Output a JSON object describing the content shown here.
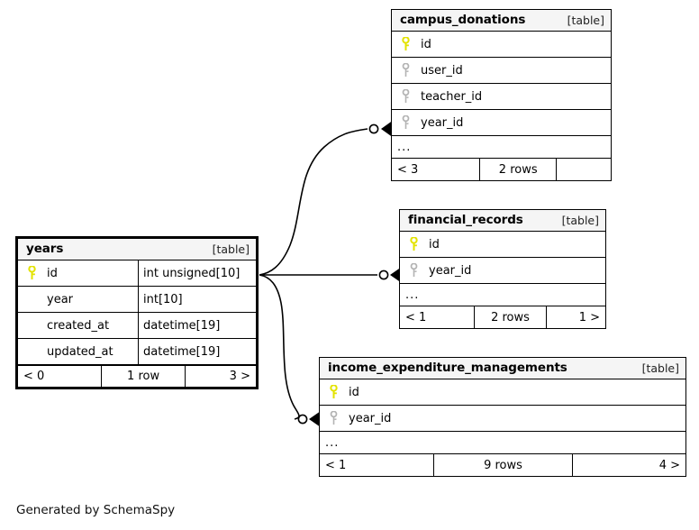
{
  "diagram": {
    "credit": "Generated by SchemaSpy",
    "kind_label": "[table]",
    "ellipsis": "...",
    "colors": {
      "primary_key": "#e3e300",
      "foreign_key": "#b3b3b3",
      "header_bg": "#f5f5f5",
      "border": "#000000",
      "background": "#ffffff"
    }
  },
  "tables": {
    "years": {
      "name": "years",
      "kind": "[table]",
      "focal": true,
      "columns": [
        {
          "name": "id",
          "key": "primary",
          "type": "int unsigned[10]"
        },
        {
          "name": "year",
          "key": "none",
          "type": "int[10]"
        },
        {
          "name": "created_at",
          "key": "none",
          "type": "datetime[19]"
        },
        {
          "name": "updated_at",
          "key": "none",
          "type": "datetime[19]"
        }
      ],
      "has_more_row": false,
      "footer": {
        "left": "< 0",
        "center": "1 row",
        "right": "3 >"
      }
    },
    "campus_donations": {
      "name": "campus_donations",
      "kind": "[table]",
      "focal": false,
      "columns": [
        {
          "name": "id",
          "key": "primary",
          "type": ""
        },
        {
          "name": "user_id",
          "key": "foreign",
          "type": ""
        },
        {
          "name": "teacher_id",
          "key": "foreign",
          "type": ""
        },
        {
          "name": "year_id",
          "key": "foreign",
          "type": ""
        }
      ],
      "has_more_row": true,
      "footer": {
        "left": "< 3",
        "center": "2 rows",
        "right": ""
      }
    },
    "financial_records": {
      "name": "financial_records",
      "kind": "[table]",
      "focal": false,
      "columns": [
        {
          "name": "id",
          "key": "primary",
          "type": ""
        },
        {
          "name": "year_id",
          "key": "foreign",
          "type": ""
        }
      ],
      "has_more_row": true,
      "footer": {
        "left": "< 1",
        "center": "2 rows",
        "right": "1 >"
      }
    },
    "income_expenditure_managements": {
      "name": "income_expenditure_managements",
      "kind": "[table]",
      "focal": false,
      "columns": [
        {
          "name": "id",
          "key": "primary",
          "type": ""
        },
        {
          "name": "year_id",
          "key": "foreign",
          "type": ""
        }
      ],
      "has_more_row": true,
      "footer": {
        "left": "< 1",
        "center": "9 rows",
        "right": "4 >"
      }
    }
  },
  "relationships": [
    {
      "from": "years.id",
      "to": "campus_donations.year_id",
      "cardinality": "zero-or-many"
    },
    {
      "from": "years.id",
      "to": "financial_records.year_id",
      "cardinality": "zero-or-many"
    },
    {
      "from": "years.id",
      "to": "income_expenditure_managements.year_id",
      "cardinality": "zero-or-many"
    }
  ]
}
